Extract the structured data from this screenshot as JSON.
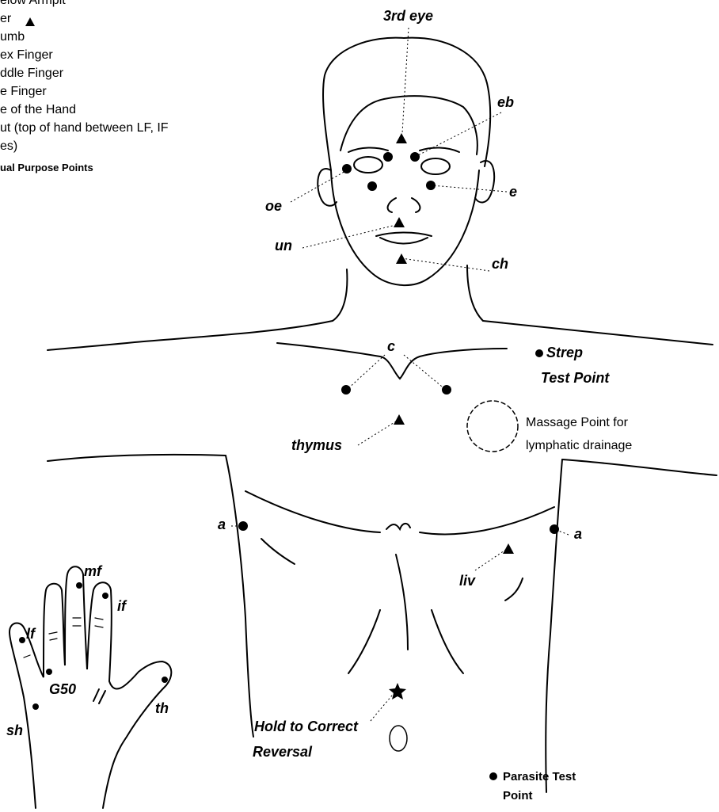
{
  "legend": {
    "items": [
      "elow Armpit",
      "er",
      "umb",
      "ex Finger",
      "ddle Finger",
      "e Finger",
      "e of the Hand",
      "ut (top of hand between LF, IF",
      "es)"
    ],
    "dual_purpose": "ual Purpose Points"
  },
  "labels": {
    "third_eye": "3rd eye",
    "eb": "eb",
    "oe": "oe",
    "e": "e",
    "un": "un",
    "ch": "ch",
    "c": "c",
    "strep_1": "Strep",
    "strep_2": "Test Point",
    "thymus": "thymus",
    "massage_1": "Massage Point for",
    "massage_2": "lymphatic drainage",
    "a_left": "a",
    "a_right": "a",
    "liv": "liv",
    "mf": "mf",
    "if": "if",
    "lf": "lf",
    "g50": "G50",
    "th": "th",
    "sh": "sh",
    "hold_1": "Hold to Correct",
    "hold_2": "Reversal",
    "parasite_1": "Parasite Test",
    "parasite_2": "Point"
  }
}
